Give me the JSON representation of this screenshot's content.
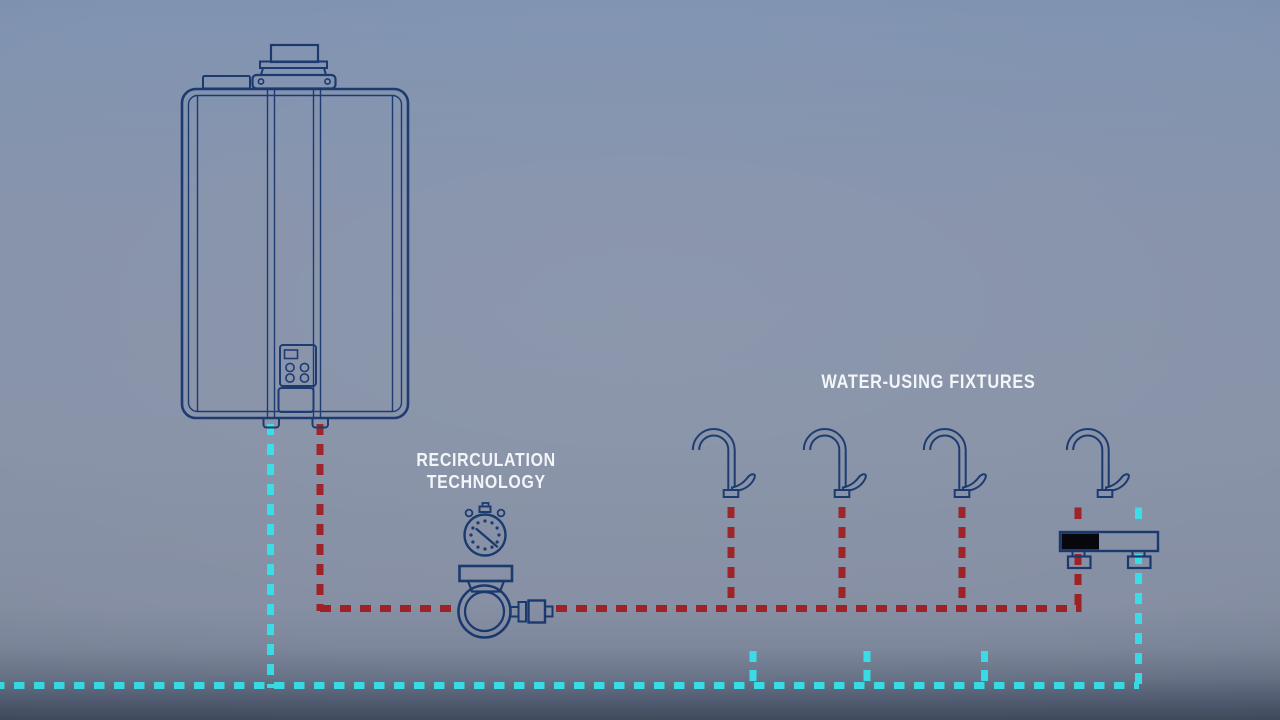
{
  "labels": {
    "recirculation_line1": "RECIRCULATION",
    "recirculation_line2": "TECHNOLOGY",
    "water_fixtures": "WATER-USING FIXTURES"
  },
  "colors": {
    "background_top": "#8094b2",
    "background_mid": "#8893a8",
    "background_bottom": "#424c5f",
    "line_art_navy": "#19386e",
    "hot_water_line_red": "#9d2226",
    "cold_water_line_cyan": "#3adde7",
    "valve_fill_black": "#05070d",
    "label_text_white": "#f3f6f9"
  },
  "icons": {
    "water_heater": "tankless-water-heater-outline",
    "timer": "stopwatch-icon",
    "pump": "recirculation-pump-icon",
    "faucet": "gooseneck-faucet-icon",
    "faucet_count": 4,
    "crossover_valve": "crossover-valve-icon"
  },
  "lines": {
    "hot_line": "red-dashed-hot-water-line",
    "cold_line": "cyan-dashed-cold-water-line"
  }
}
